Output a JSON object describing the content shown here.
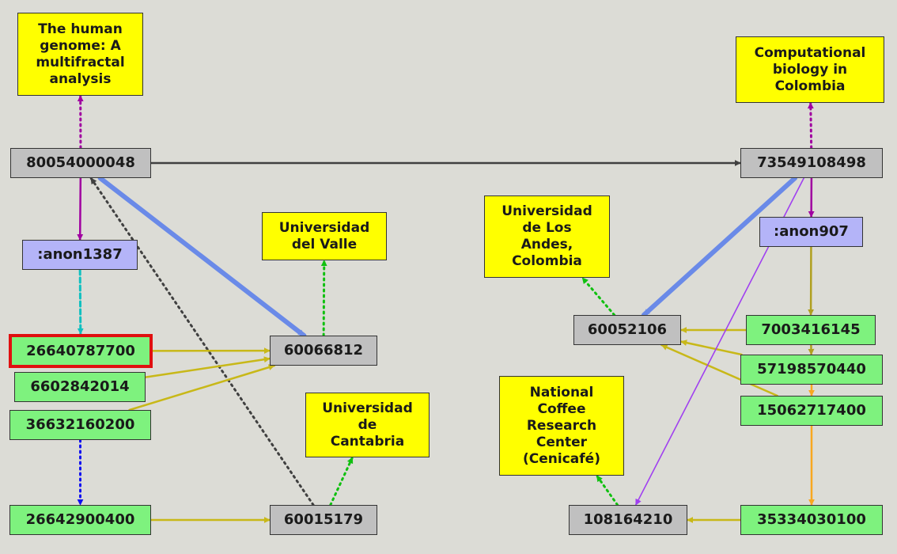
{
  "diagram": {
    "nodes": [
      {
        "id": "n_human_genome",
        "label": "The human\ngenome: A\nmultifractal\nanalysis",
        "kind": "yellow"
      },
      {
        "id": "n_comp_bio",
        "label": "Computational\nbiology in\nColombia",
        "kind": "yellow"
      },
      {
        "id": "n_80054000048",
        "label": "80054000048",
        "kind": "gray"
      },
      {
        "id": "n_73549108498",
        "label": "73549108498",
        "kind": "gray"
      },
      {
        "id": "n_anon1387",
        "label": ":anon1387",
        "kind": "blue"
      },
      {
        "id": "n_anon907",
        "label": ":anon907",
        "kind": "blue"
      },
      {
        "id": "n_univalle",
        "label": "Universidad\ndel Valle",
        "kind": "yellow"
      },
      {
        "id": "n_uniandes",
        "label": "Universidad\nde Los\nAndes,\nColombia",
        "kind": "yellow"
      },
      {
        "id": "n_26640787700",
        "label": "26640787700",
        "kind": "green",
        "selected": true
      },
      {
        "id": "n_60066812",
        "label": "60066812",
        "kind": "gray"
      },
      {
        "id": "n_6602842014",
        "label": "6602842014",
        "kind": "green"
      },
      {
        "id": "n_36632160200",
        "label": "36632160200",
        "kind": "green"
      },
      {
        "id": "n_unican",
        "label": "Universidad\nde\nCantabria",
        "kind": "yellow"
      },
      {
        "id": "n_60052106",
        "label": "60052106",
        "kind": "gray"
      },
      {
        "id": "n_7003416145",
        "label": "7003416145",
        "kind": "green"
      },
      {
        "id": "n_57198570440",
        "label": "57198570440",
        "kind": "green"
      },
      {
        "id": "n_15062717400",
        "label": "15062717400",
        "kind": "green"
      },
      {
        "id": "n_cenicafe",
        "label": "National\nCoffee\nResearch\nCenter\n(Cenicafé)",
        "kind": "yellow"
      },
      {
        "id": "n_26642900400",
        "label": "26642900400",
        "kind": "green"
      },
      {
        "id": "n_60015179",
        "label": "60015179",
        "kind": "gray"
      },
      {
        "id": "n_108164210",
        "label": "108164210",
        "kind": "gray"
      },
      {
        "id": "n_35334030100",
        "label": "35334030100",
        "kind": "green"
      }
    ],
    "edges": [
      {
        "from": "n_80054000048",
        "to": "n_human_genome",
        "color": "#a000a0",
        "style": "dotted"
      },
      {
        "from": "n_73549108498",
        "to": "n_comp_bio",
        "color": "#a000a0",
        "style": "dotted"
      },
      {
        "from": "n_80054000048",
        "to": "n_73549108498",
        "color": "#404040",
        "style": "solid"
      },
      {
        "from": "n_80054000048",
        "to": "n_anon1387",
        "color": "#a000a0",
        "style": "solid"
      },
      {
        "from": "n_73549108498",
        "to": "n_anon907",
        "color": "#a000a0",
        "style": "solid"
      },
      {
        "from": "n_80054000048",
        "to": "n_60066812",
        "color": "#6a8ae8",
        "style": "thick"
      },
      {
        "from": "n_73549108498",
        "to": "n_60052106",
        "color": "#6a8ae8",
        "style": "thick"
      },
      {
        "from": "n_60015179",
        "to": "n_80054000048",
        "color": "#404040",
        "style": "dotted"
      },
      {
        "from": "n_anon1387",
        "to": "n_26640787700",
        "color": "#10c0c0",
        "style": "dashed"
      },
      {
        "from": "n_anon907",
        "to": "n_7003416145",
        "color": "#b0a020",
        "style": "solid"
      },
      {
        "from": "n_60066812",
        "to": "n_univalle",
        "color": "#10c010",
        "style": "dotted"
      },
      {
        "from": "n_60052106",
        "to": "n_uniandes",
        "color": "#10c010",
        "style": "dotted"
      },
      {
        "from": "n_60015179",
        "to": "n_unican",
        "color": "#10c010",
        "style": "dotted"
      },
      {
        "from": "n_108164210",
        "to": "n_cenicafe",
        "color": "#10c010",
        "style": "dotted"
      },
      {
        "from": "n_26640787700",
        "to": "n_60066812",
        "color": "#c8b818",
        "style": "solid"
      },
      {
        "from": "n_6602842014",
        "to": "n_60066812",
        "color": "#c8b818",
        "style": "solid"
      },
      {
        "from": "n_36632160200",
        "to": "n_60066812",
        "color": "#c8b818",
        "style": "solid"
      },
      {
        "from": "n_7003416145",
        "to": "n_60052106",
        "color": "#c8b818",
        "style": "solid"
      },
      {
        "from": "n_57198570440",
        "to": "n_60052106",
        "color": "#c8b818",
        "style": "solid"
      },
      {
        "from": "n_15062717400",
        "to": "n_60052106",
        "color": "#c8b818",
        "style": "solid"
      },
      {
        "from": "n_7003416145",
        "to": "n_57198570440",
        "color": "#b0a020",
        "style": "solid"
      },
      {
        "from": "n_57198570440",
        "to": "n_15062717400",
        "color": "#f8a820",
        "style": "solid"
      },
      {
        "from": "n_15062717400",
        "to": "n_35334030100",
        "color": "#f8a820",
        "style": "solid"
      },
      {
        "from": "n_73549108498",
        "to": "n_108164210",
        "color": "#a040f0",
        "style": "thin"
      },
      {
        "from": "n_36632160200",
        "to": "n_26642900400",
        "color": "#1010f0",
        "style": "dotted"
      },
      {
        "from": "n_26642900400",
        "to": "n_60015179",
        "color": "#c8b818",
        "style": "solid"
      },
      {
        "from": "n_35334030100",
        "to": "n_108164210",
        "color": "#c8b818",
        "style": "solid"
      }
    ]
  }
}
